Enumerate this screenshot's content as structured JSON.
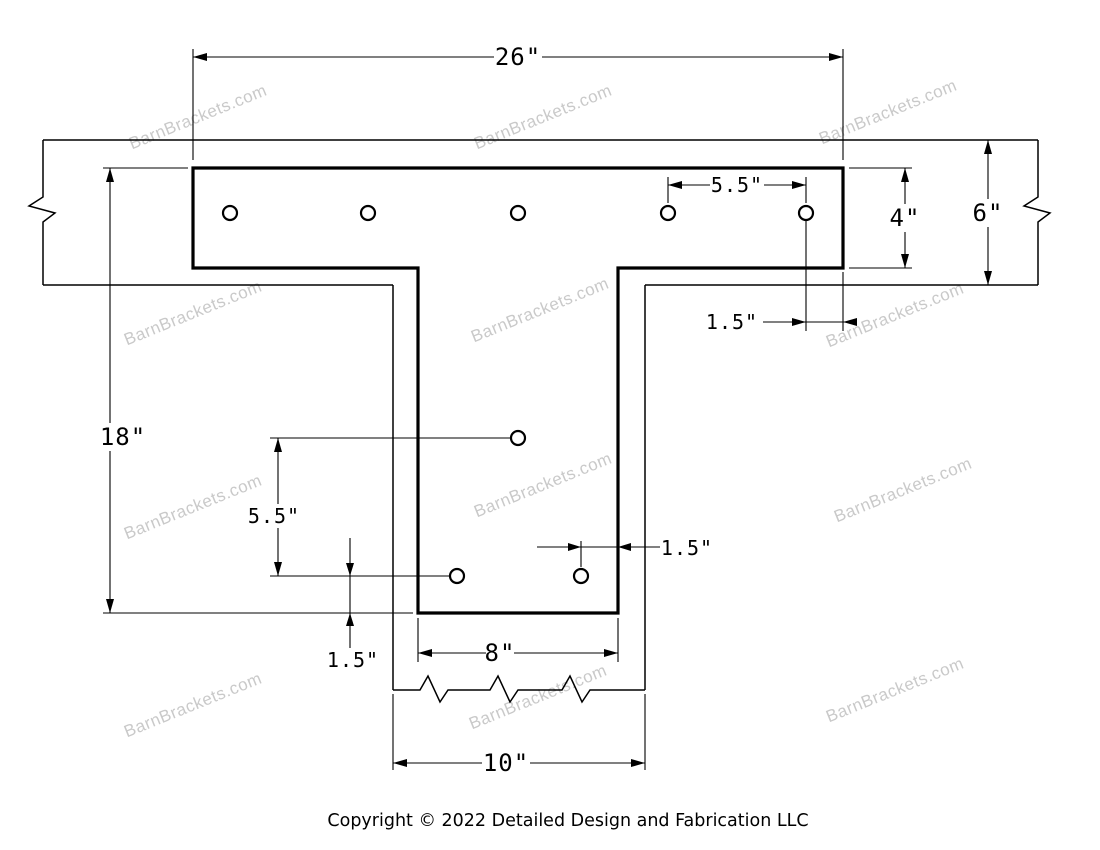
{
  "watermark": {
    "text": "BarnBrackets.com"
  },
  "footer": {
    "copyright": "Copyright © 2022 Detailed Design and Fabrication LLC"
  },
  "dimensions": {
    "plate_width": "26\"",
    "beam_depth": "6\"",
    "plate_height": "4\"",
    "top_hole_spacing": "5.5\"",
    "top_hole_edge_offset": "1.5\"",
    "overall_height": "18\"",
    "stem_hole_spacing": "5.5\"",
    "stem_bottom_offset": "1.5\"",
    "stem_hole_side_offset": "1.5\"",
    "stem_width": "8\"",
    "post_width": "10\""
  },
  "colors": {
    "line": "#000000",
    "watermark": "#a9a9a9",
    "background": "#ffffff"
  }
}
